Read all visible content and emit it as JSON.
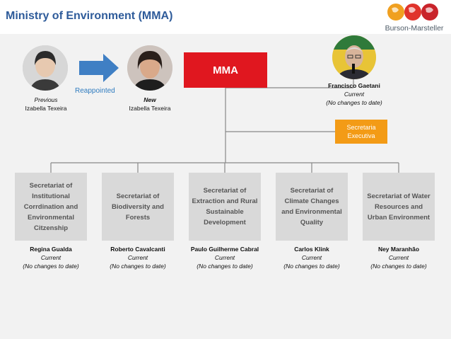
{
  "header": {
    "title": "Ministry of Environment (MMA)",
    "logo_text": "Burson-Marsteller"
  },
  "colors": {
    "title": "#2e5b9a",
    "mma": "#e0171f",
    "exec": "#f39b16",
    "secretariat": "#d9d9d9",
    "arrow": "#3f7fc4"
  },
  "leadership": {
    "previous": {
      "role": "Previous",
      "name": "Izabella Texeira"
    },
    "reappointed_label": "Reappointed",
    "new": {
      "role": "New",
      "name": "Izabella Texeira"
    },
    "mma_label": "MMA",
    "executive": {
      "name": "Francisco Gaetani",
      "status": "Current",
      "note": "(No changes to date)"
    },
    "exec_box": "Secretaria Executiva"
  },
  "secretariats": [
    {
      "label": "Secretariat of Institutional Corrdination and Environmental Citzenship",
      "person": "Regina Gualda",
      "status": "Current",
      "note": "(No changes to date)"
    },
    {
      "label": "Secretariat of Biodiversity and Forests",
      "person": "Roberto Cavalcanti",
      "status": "Current",
      "note": "(No changes to date)"
    },
    {
      "label": "Secretariat of Extraction and Rural Sustainable Development",
      "person": "Paulo Guilherme Cabral",
      "status": "Current",
      "note": "(No changes to date)"
    },
    {
      "label": "Secretariat of Climate Changes and Environmental Quality",
      "person": "Carlos Klink",
      "status": "Current",
      "note": "(No changes to date)"
    },
    {
      "label": "Secretariat of Water Resources and Urban Environment",
      "person": "Ney Maranhão",
      "status": "Current",
      "note": "(No changes to date)"
    }
  ]
}
